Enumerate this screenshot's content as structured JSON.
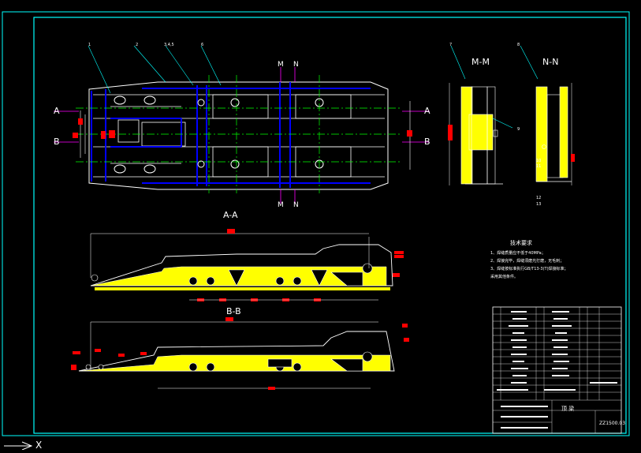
{
  "drawing": {
    "colors": {
      "background": "#000000",
      "border": "#00ffff",
      "outline": "#ffffff",
      "part_fill": "#ffff00",
      "steel": "#0000ff",
      "hatch": "#ff0000",
      "dims": "#ff0000",
      "center": "#00ff00",
      "leader": "#00ffff",
      "section_line": "#ff00ff"
    },
    "section_letters": {
      "a_left": "A",
      "b_left": "B",
      "a_right": "A",
      "b_right": "B",
      "m_top": "M",
      "n_top": "N",
      "m_bottom": "M",
      "n_bottom": "N"
    },
    "views": {
      "mm_title": "M-M",
      "nn_title": "N-N",
      "aa_title": "A-A",
      "bb_title": "B-B"
    },
    "balloons": {
      "b1": "1",
      "b2": "2",
      "b345": "3,4,5",
      "b6": "6",
      "b7": "7",
      "b8": "8",
      "b9": "9",
      "b10": "10",
      "b11": "11",
      "b12": "12",
      "b13": "13"
    },
    "tech_requirements": {
      "title": "技术要求",
      "items": [
        "1、焊缝质量应不低于40MPa；",
        "2、焊接完毕，焊缝须磨光打磨，无毛刺；",
        "3、焊缝按标准执行GB/T13-3(T)焊接标准；",
        "采用其他条件。"
      ]
    },
    "title_block": {
      "drawing_name": "顶 梁",
      "drawing_number": "ZZ1500.03"
    },
    "ucs": {
      "x_label": "X"
    }
  }
}
